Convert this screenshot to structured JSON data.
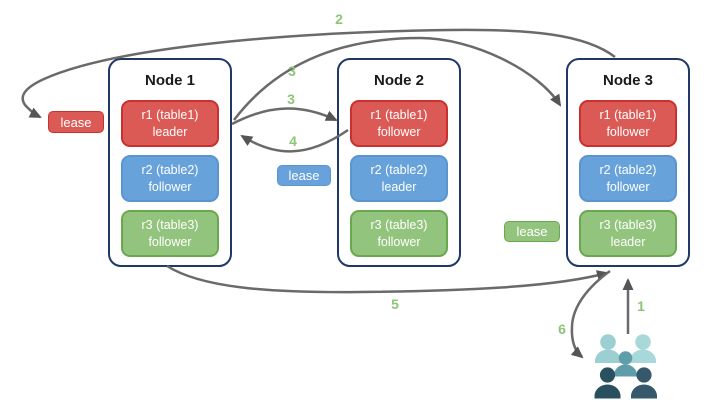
{
  "nodes": [
    {
      "title": "Node 1",
      "replicas": [
        {
          "label": "r1 (table1)",
          "role": "leader",
          "color": "#dc5a56"
        },
        {
          "label": "r2 (table2)",
          "role": "follower",
          "color": "#67a2da"
        },
        {
          "label": "r3 (table3)",
          "role": "follower",
          "color": "#93c47d"
        }
      ]
    },
    {
      "title": "Node 2",
      "replicas": [
        {
          "label": "r1 (table1)",
          "role": "follower",
          "color": "#dc5a56"
        },
        {
          "label": "r2 (table2)",
          "role": "leader",
          "color": "#67a2da"
        },
        {
          "label": "r3 (table3)",
          "role": "follower",
          "color": "#93c47d"
        }
      ]
    },
    {
      "title": "Node 3",
      "replicas": [
        {
          "label": "r1 (table1)",
          "role": "follower",
          "color": "#dc5a56"
        },
        {
          "label": "r2 (table2)",
          "role": "follower",
          "color": "#67a2da"
        },
        {
          "label": "r3 (table3)",
          "role": "leader",
          "color": "#93c47d"
        }
      ]
    }
  ],
  "leases": [
    {
      "label": "lease",
      "color": "#dc5a56"
    },
    {
      "label": "lease",
      "color": "#67a2da"
    },
    {
      "label": "lease",
      "color": "#93c47d"
    }
  ],
  "steps": {
    "s1": "1",
    "s2": "2",
    "s3a": "3",
    "s3b": "3",
    "s4": "4",
    "s5": "5",
    "s6": "6"
  },
  "icons": {
    "clients": "users-group-icon"
  },
  "colors": {
    "replica_red": "#dc5a56",
    "replica_red_border": "#c9302e",
    "replica_blue": "#67a2da",
    "replica_blue_border": "#5b95d1",
    "replica_green": "#93c47d",
    "replica_green_border": "#6aa84f",
    "node_border": "#1f3864",
    "arrow": "#6a6a6a",
    "arrowhead": "#555555",
    "step_label": "#8cc578",
    "users_teal_light": "#9ccfd2",
    "users_teal_lighter": "#a9d8da",
    "users_teal_mid": "#5f9dab",
    "users_dark": "#28505f",
    "users_dark_light": "#35596b"
  }
}
